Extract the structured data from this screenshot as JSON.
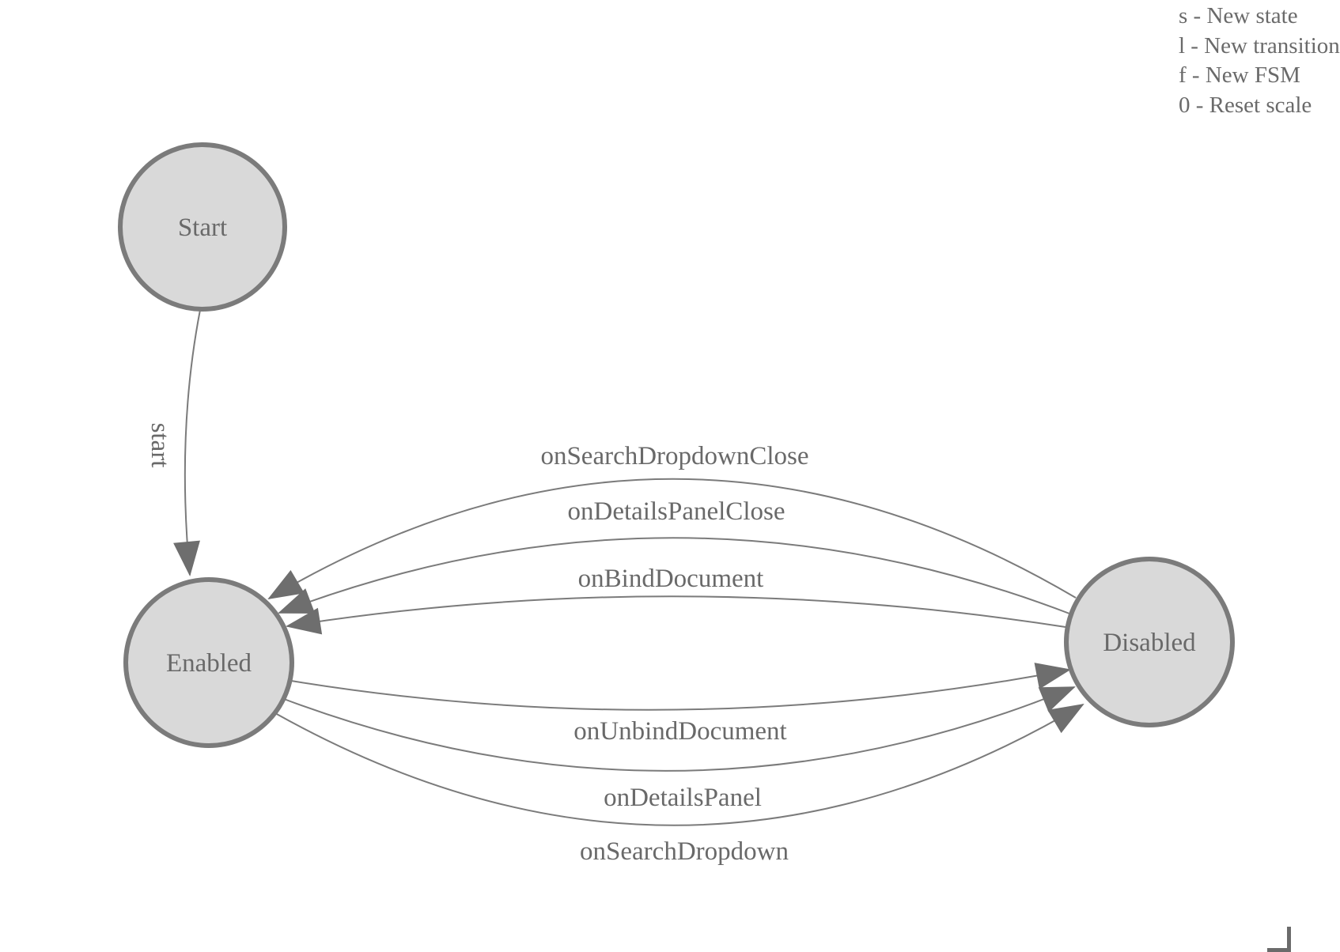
{
  "app": {
    "kind": "finite-state-machine designer canvas"
  },
  "instructions": {
    "lines": [
      "s - New state",
      "l - New transition",
      "f - New FSM",
      "0 - Reset scale"
    ]
  },
  "diagram": {
    "states": [
      {
        "id": "start",
        "label": "Start"
      },
      {
        "id": "enabled",
        "label": "Enabled"
      },
      {
        "id": "disabled",
        "label": "Disabled"
      }
    ],
    "transitions": [
      {
        "label": "start",
        "from": "Start",
        "to": "Enabled"
      },
      {
        "label": "onSearchDropdownClose",
        "from": "Disabled",
        "to": "Enabled"
      },
      {
        "label": "onDetailsPanelClose",
        "from": "Disabled",
        "to": "Enabled"
      },
      {
        "label": "onBindDocument",
        "from": "Disabled",
        "to": "Enabled"
      },
      {
        "label": "onUnbindDocument",
        "from": "Enabled",
        "to": "Disabled"
      },
      {
        "label": "onDetailsPanel",
        "from": "Enabled",
        "to": "Disabled"
      },
      {
        "label": "onSearchDropdown",
        "from": "Enabled",
        "to": "Disabled"
      }
    ]
  },
  "colors": {
    "node_fill": "#d9d9d9",
    "node_border": "#7b7b7b",
    "edge_stroke": "#7b7b7b",
    "arrow_fill": "#6e6e6e",
    "text": "#696969",
    "background": "#ffffff",
    "corner_shape": "#6b6b6b"
  }
}
